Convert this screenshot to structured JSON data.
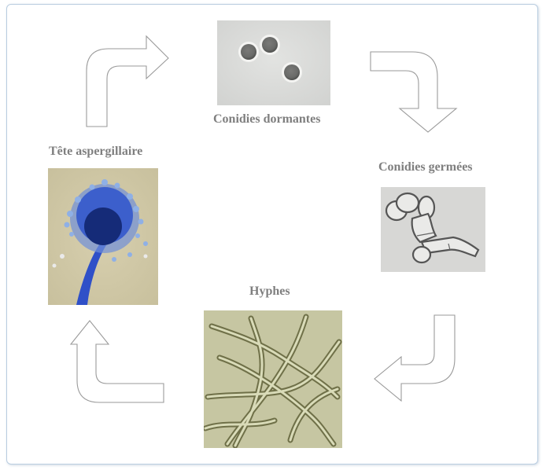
{
  "diagram": {
    "stages": {
      "conidies_dormantes": {
        "label": "Conidies dormantes"
      },
      "conidies_germees": {
        "label": "Conidies germées"
      },
      "hyphes": {
        "label": "Hyphes"
      },
      "tete_aspergillaire": {
        "label": "Tête aspergillaire"
      }
    },
    "colors": {
      "frame_border": "#b9cde0",
      "label_text": "#7f7f7f",
      "arrow_stroke": "#9a9a9a",
      "stain_blue": "#2f50c8"
    }
  }
}
